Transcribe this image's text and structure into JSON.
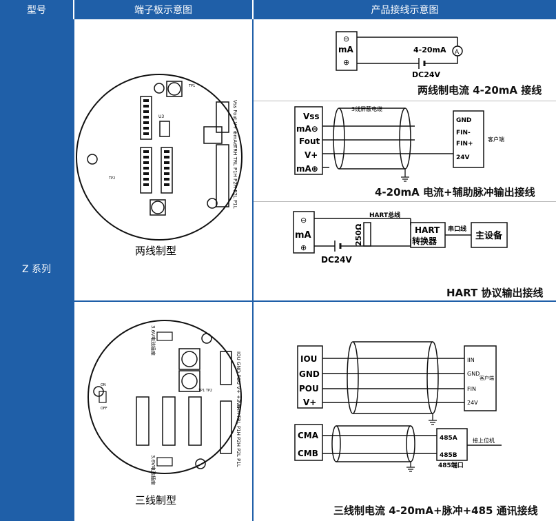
{
  "header": {
    "col_model": "型号",
    "col_terminal": "端子板示意图",
    "col_wiring": "产品接线示意图"
  },
  "model": "Z 系列",
  "boards": {
    "two_wire": {
      "label": "两线制型",
      "terminal_text": "Vss Fout V+ ⊕mA⊖",
      "terminal_text2": "TRH TRL P1H P2H P2L P1L",
      "small1": "TP1",
      "small2": "TP2",
      "chip": "U3"
    },
    "three_wire": {
      "label": "三线制型",
      "battery": "3.6V电池插座",
      "battery2": "3.6V电池插座",
      "terminal_text": "IOU GND POU V+ +3V6-",
      "terminal_text2": "TRH TRL P1H P2H P2L P1L",
      "on": "ON",
      "off": "OFF",
      "tp": "TP1 TP2"
    }
  },
  "diagrams": {
    "d1": {
      "minus": "⊖",
      "ma": "mA",
      "plus": "⊕",
      "current": "4-20mA",
      "meter": "A",
      "dc": "DC24V",
      "caption": "两线制电流 4-20mA 接线"
    },
    "d2": {
      "vss": "Vss",
      "ma_minus": "mA⊖",
      "fout": "Fout",
      "vplus": "V+",
      "ma_plus": "mA⊕",
      "cable": "3线屏蔽电缆",
      "gnd": "GND",
      "fin_minus": "FIN-",
      "fin_plus": "FIN+",
      "v24": "24V",
      "client": "客户端",
      "caption": "4-20mA  电流+辅助脉冲输出接线"
    },
    "d3": {
      "minus": "⊖",
      "ma": "mA",
      "plus": "⊕",
      "hart_bus": "HART总线",
      "resistor": "250Ω",
      "hart_box_1": "HART",
      "hart_box_2": "转换器",
      "serial": "串口线",
      "master": "主设备",
      "dc": "DC24V",
      "caption": "HART  协议输出接线"
    },
    "d4": {
      "iou": "IOU",
      "gnd": "GND",
      "pou": "POU",
      "vplus": "V+",
      "iin": "IIN",
      "gnd_r": "GND",
      "client": "客户端",
      "fin": "FIN",
      "v24": "24V",
      "cma": "CMA",
      "cmb": "CMB",
      "r485a": "485A",
      "r485b": "485B",
      "port": "485端口",
      "host": "接上位机",
      "caption": "三线制电流 4-20mA+脉冲+485 通讯接线"
    }
  }
}
